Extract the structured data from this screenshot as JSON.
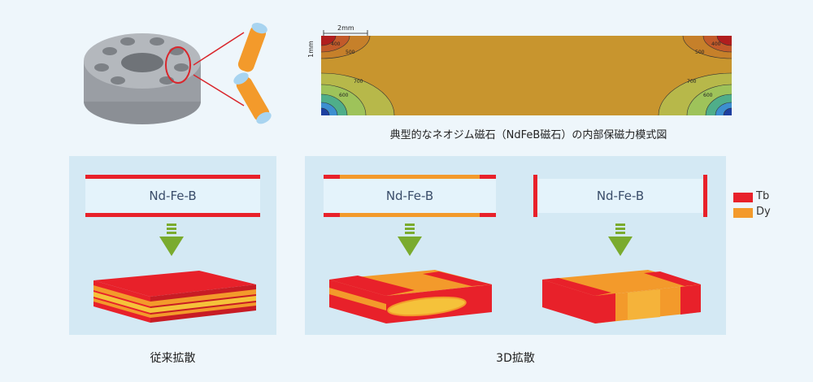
{
  "top": {
    "heatmap_caption": "典型的なネオジム磁石（NdFeB磁石）の内部保磁力模式図",
    "scale_x": "2mm",
    "scale_y": "1mm",
    "contours": [
      "700",
      "600",
      "500",
      "400",
      "700",
      "600",
      "500",
      "400"
    ]
  },
  "panels": {
    "left": {
      "magnet_label": "Nd-Fe-B",
      "caption": "従来拡散"
    },
    "right": {
      "magnet_label_1": "Nd-Fe-B",
      "magnet_label_2": "Nd-Fe-B",
      "caption": "3D拡散"
    }
  },
  "legend": [
    {
      "name": "Tb",
      "color": "#e8212a"
    },
    {
      "name": "Dy",
      "color": "#f39a2b"
    }
  ],
  "colors": {
    "tb": "#e8212a",
    "dy": "#f39a2b",
    "arrow": "#7aab2e",
    "heat_base": "#c8952e"
  }
}
